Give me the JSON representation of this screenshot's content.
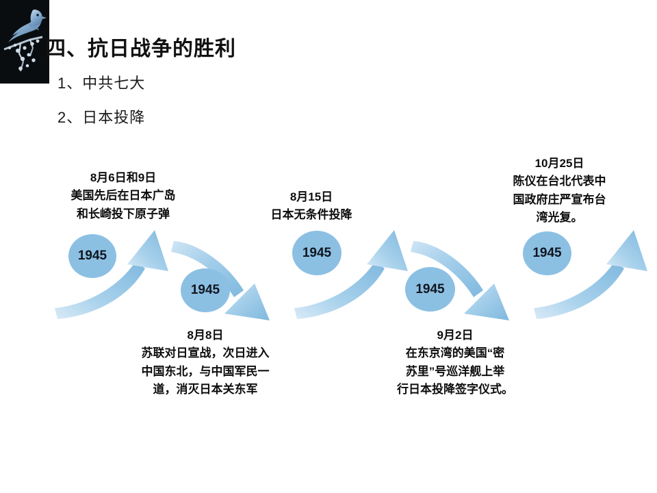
{
  "slide": {
    "title": "四、抗日战争的胜利",
    "bullets": [
      {
        "label": "1、中共七大"
      },
      {
        "label": "2、日本投降"
      }
    ],
    "logo": {
      "name": "blue-bird-on-branch-logo",
      "background_color": "#0a0d10",
      "bird_color": "#9fc2de"
    }
  },
  "theme": {
    "arrow_color_light": "#CDE4F4",
    "arrow_color_mid": "#9CCAE8",
    "arrow_color_dark": "#7FB8DE",
    "circle_color": "#8CC0E3",
    "text_color": "#0d0d0d"
  },
  "timeline": {
    "year_label": "1945",
    "nodes": [
      {
        "id": "node-1",
        "year": "1945",
        "position": "top",
        "date": "8月6日和9日",
        "lines": [
          "美国先后在日本广岛",
          "和长崎投下原子弹"
        ]
      },
      {
        "id": "node-2",
        "year": "1945",
        "position": "bottom",
        "date": "8月8日",
        "lines": [
          "苏联对日宣战，次日进入",
          "中国东北，与中国军民一",
          "道，消灭日本关东军"
        ]
      },
      {
        "id": "node-3",
        "year": "1945",
        "position": "top",
        "date": "8月15日",
        "lines": [
          "日本无条件投降"
        ]
      },
      {
        "id": "node-4",
        "year": "1945",
        "position": "bottom",
        "date": "9月2日",
        "lines": [
          "在东京湾的美国“密",
          "苏里”号巡洋舰上举",
          "行日本投降签字仪式。"
        ]
      },
      {
        "id": "node-5",
        "year": "1945",
        "position": "top",
        "date": "10月25日",
        "lines": [
          "陈仪在台北代表中",
          "国政府庄严宣布台",
          "湾光复。"
        ]
      }
    ]
  }
}
